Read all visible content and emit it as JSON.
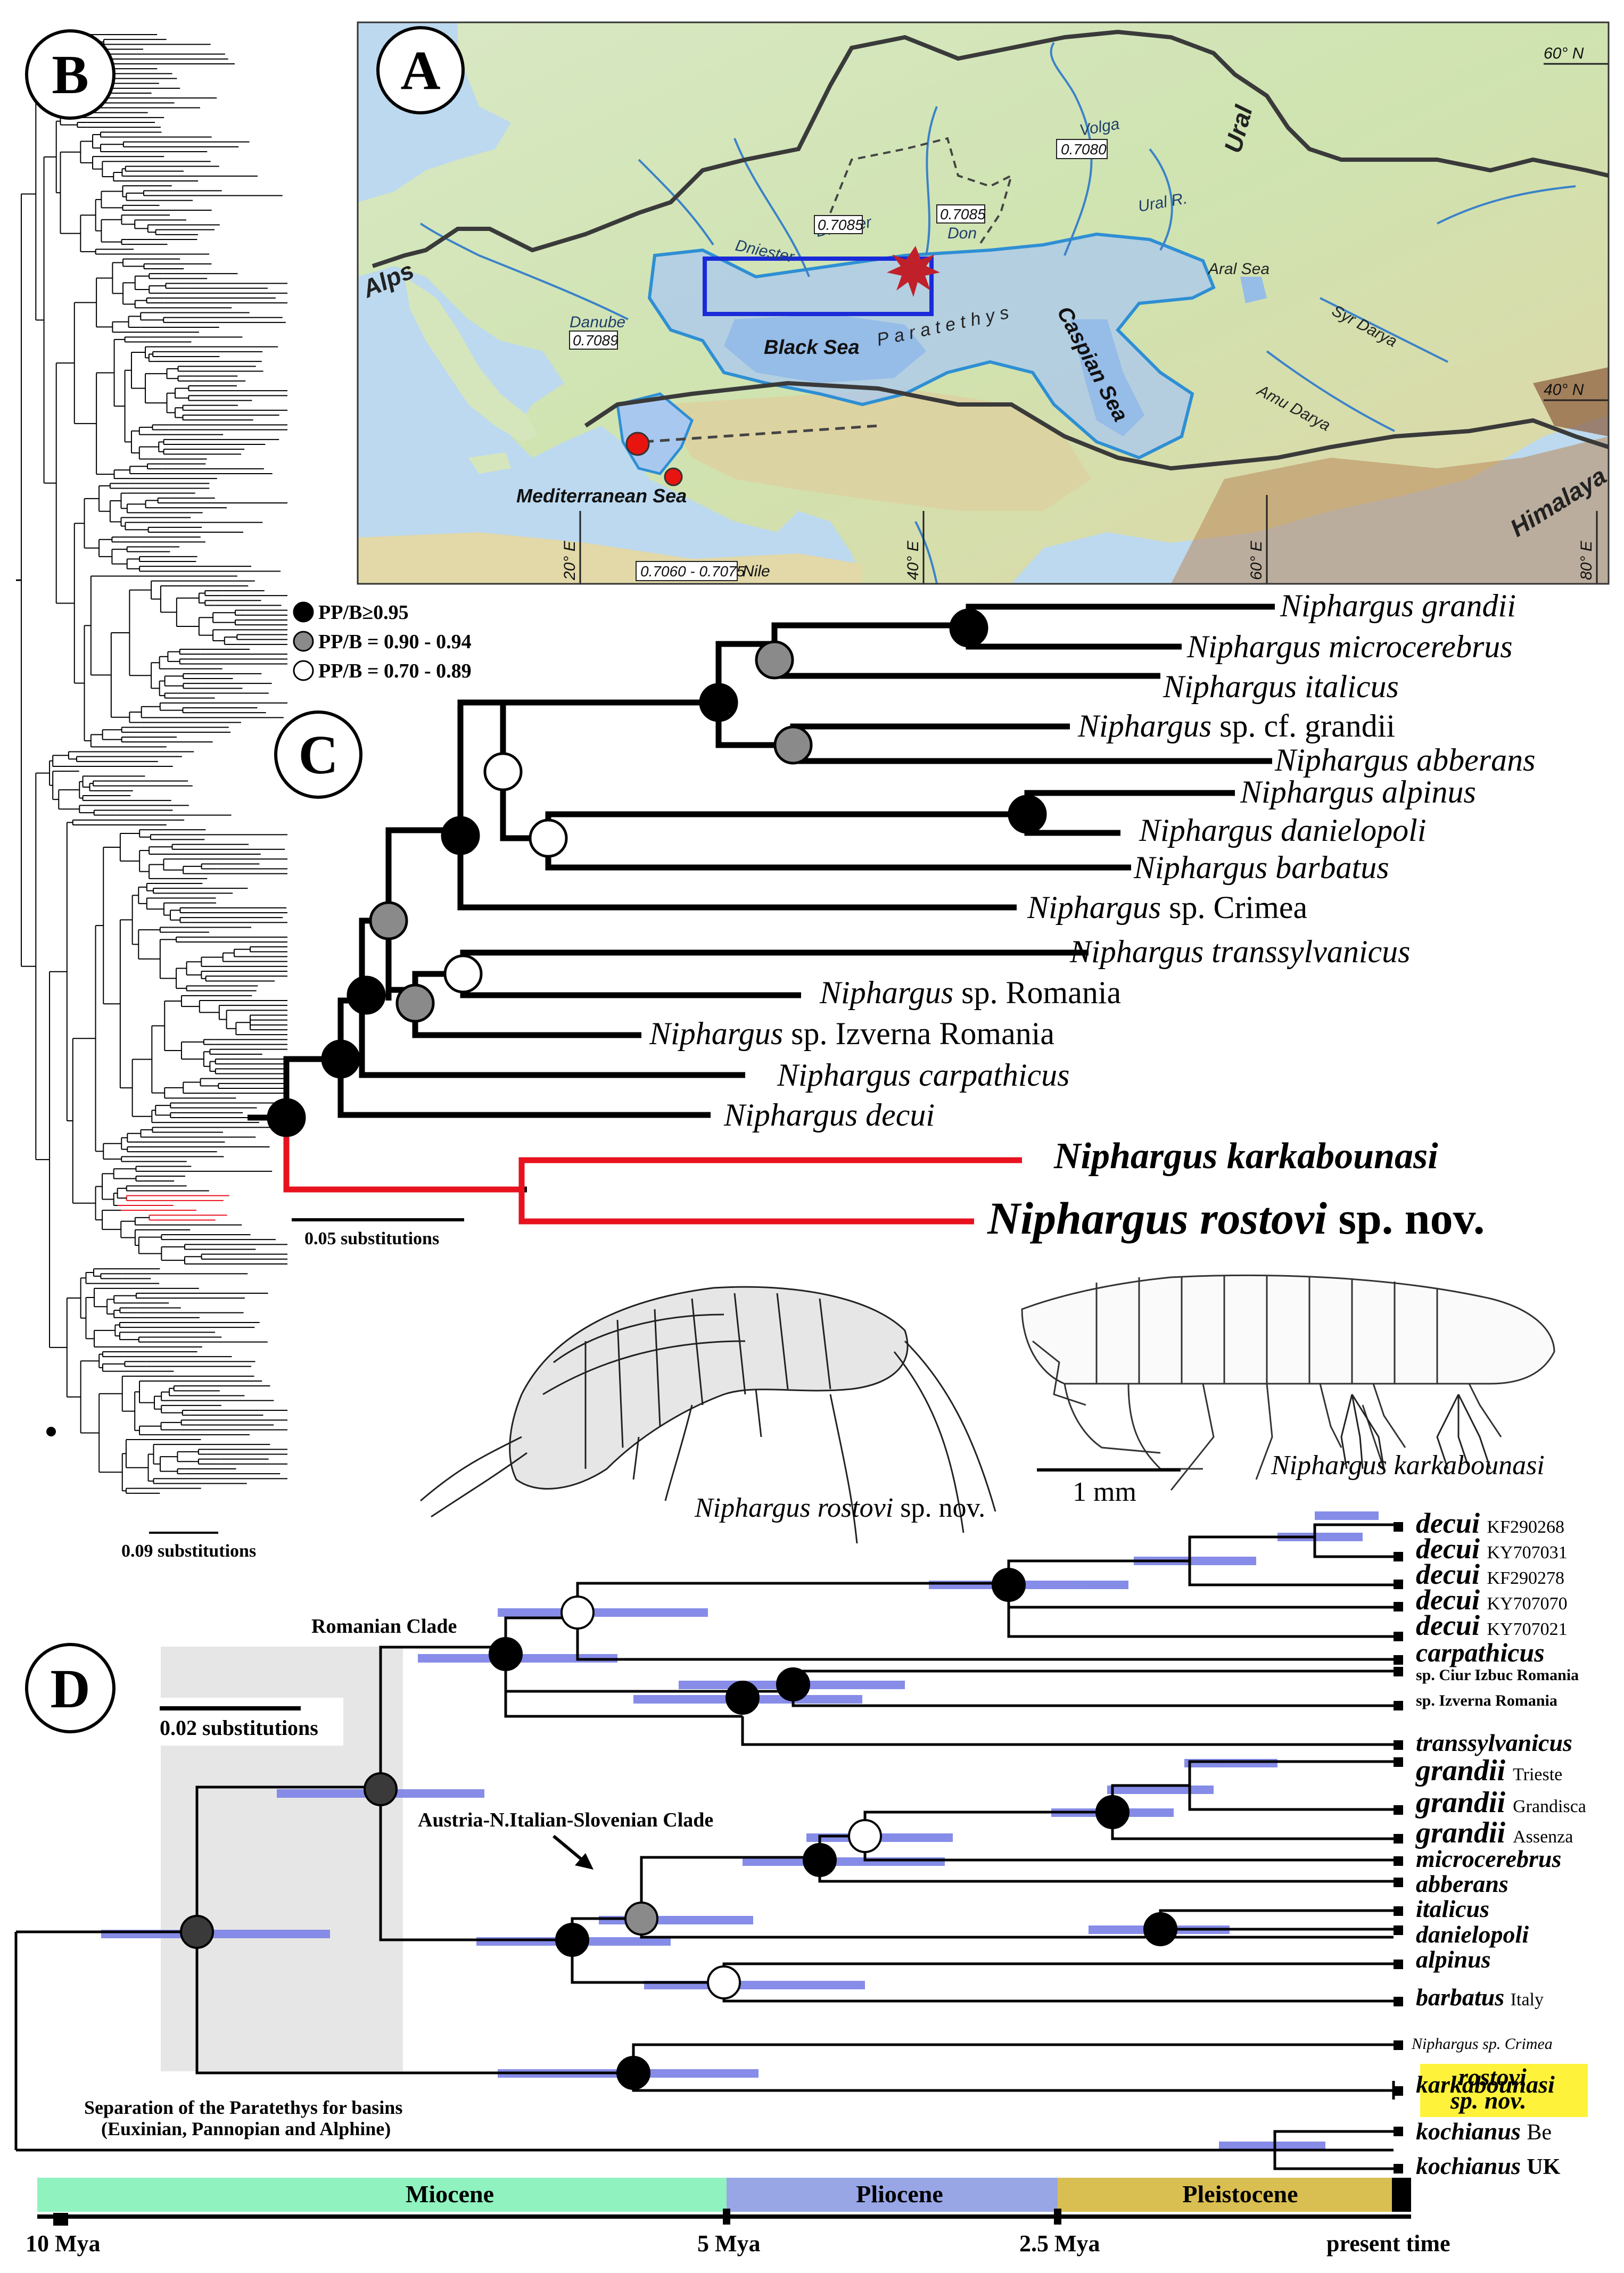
{
  "panels": {
    "a": "A",
    "b": "B",
    "c": "C",
    "d": "D"
  },
  "map": {
    "labels": {
      "ural": "Ural",
      "himalaya": "Himalaya",
      "alps": "Alps",
      "volga": "Volga",
      "volga_ratio": "0.7080",
      "dniester": "Dniester",
      "dnieper": "Dnieper",
      "dnieper_ratio": "0.7085",
      "don": "Don",
      "don_ratio": "0.7085",
      "ural_river": "Ural R.",
      "aral_sea": "Aral Sea",
      "syr_darya": "Syr Darya",
      "amu_darya": "Amu Darya",
      "danube": "Danube",
      "danube_ratio": "0.7089",
      "black_sea": "Black Sea",
      "paratethys": "Paratethys",
      "caspian_sea": "Caspian Sea",
      "mediterranean_sea": "Mediterranean Sea",
      "nile": "Nile",
      "nile_ratio": "0.7060 - 0.7075",
      "lat_60": "60° N",
      "lat_40": "40° N",
      "lon_20": "20° E",
      "lon_40": "40° E",
      "lon_60": "60° E",
      "lon_80": "80° E"
    },
    "colors": {
      "sea": "#bcd9ef",
      "land_low": "#c9e2b4",
      "paratethys_fill": "#a9c8f0",
      "paratethys_line": "#2e8fd4",
      "study_box": "#1a2ad8",
      "border_line": "#3a3a3a",
      "star": "#c0202a",
      "site_dot": "#e8140f"
    }
  },
  "legend": {
    "items": [
      {
        "label": "PP/B≥0.95",
        "fill": "#000000"
      },
      {
        "label": "PP/B = 0.90 - 0.94",
        "fill": "#8a8a8a"
      },
      {
        "label": "PP/B = 0.70 - 0.89",
        "fill": "#ffffff"
      }
    ]
  },
  "tree_b": {
    "scale": "0.09 substitutions",
    "highlight_color": "#e8121f"
  },
  "tree_c": {
    "scale": "0.05 substitutions",
    "genus": "Niphargus",
    "taxa": [
      {
        "genus": "Niphargus",
        "epithet": "grandii",
        "italic_epithet": true
      },
      {
        "genus": "Niphargus",
        "epithet": "microcerebrus",
        "italic_epithet": true
      },
      {
        "genus": "Niphargus",
        "epithet": "italicus",
        "italic_epithet": true
      },
      {
        "genus": "Niphargus",
        "epithet": "sp. cf. grandii",
        "italic_epithet": false
      },
      {
        "genus": "Niphargus",
        "epithet": "abberans",
        "italic_epithet": true
      },
      {
        "genus": "Niphargus",
        "epithet": "alpinus",
        "italic_epithet": true
      },
      {
        "genus": "Niphargus",
        "epithet": "danielopoli",
        "italic_epithet": true
      },
      {
        "genus": "Niphargus",
        "epithet": "barbatus",
        "italic_epithet": true
      },
      {
        "genus": "Niphargus",
        "epithet": "sp. Crimea",
        "italic_epithet": false
      },
      {
        "genus": "Niphargus",
        "epithet": "transsylvanicus",
        "italic_epithet": true
      },
      {
        "genus": "Niphargus",
        "epithet": "sp. Romania",
        "italic_epithet": false
      },
      {
        "genus": "Niphargus",
        "epithet": "sp. Izverna Romania",
        "italic_epithet": false
      },
      {
        "genus": "Niphargus",
        "epithet": "carpathicus",
        "italic_epithet": true
      },
      {
        "genus": "Niphargus",
        "epithet": "decui",
        "italic_epithet": true
      }
    ],
    "highlight": {
      "karkabounasi": "Niphargus karkabounasi",
      "rostovi": "Niphargus rostovi",
      "rostovi_suffix": "sp. nov."
    }
  },
  "drawings": {
    "left_caption_name": "Niphargus rostovi",
    "left_caption_suffix": "sp. nov.",
    "right_caption": "Niphargus karkabounasi",
    "scale": "1 mm"
  },
  "tree_d": {
    "scale": "0.02 substitutions",
    "clades": {
      "romanian": "Romanian Clade",
      "austria": "Austria-N.Italian-Slovenian Clade"
    },
    "separation": "Separation of the Paratethys for basins",
    "separation_sub": "(Euxinian, Pannopian and Alphine)",
    "tips": [
      {
        "name": "decui",
        "code": "KF290268"
      },
      {
        "name": "decui",
        "code": "KY707031"
      },
      {
        "name": "decui",
        "code": "KF290278"
      },
      {
        "name": "decui",
        "code": "KY707070"
      },
      {
        "name": "decui",
        "code": "KY707021"
      },
      {
        "name": "carpathicus",
        "code": ""
      },
      {
        "name": "sp. Ciur Izbuc Romania",
        "code": ""
      },
      {
        "name": "sp. Izverna Romania",
        "code": ""
      },
      {
        "name": "transsylvanicus",
        "code": ""
      },
      {
        "name": "grandii",
        "code": "Trieste"
      },
      {
        "name": "grandii",
        "code": "Grandisca"
      },
      {
        "name": "grandii",
        "code": "Assenza"
      },
      {
        "name": "microcerebrus",
        "code": ""
      },
      {
        "name": "abberans",
        "code": ""
      },
      {
        "name": "italicus",
        "code": ""
      },
      {
        "name": "danielopoli",
        "code": ""
      },
      {
        "name": "alpinus",
        "code": ""
      },
      {
        "name": "barbatus",
        "code": "Italy"
      },
      {
        "name": "Niphargus sp. Crimea",
        "code": ""
      },
      {
        "name": "karkabounasi",
        "code": ""
      },
      {
        "name": "rostovi",
        "code": ""
      },
      {
        "name": "sp. nov.",
        "code": ""
      },
      {
        "name": "kochianus",
        "code": "Be"
      },
      {
        "name": "kochianus",
        "code": "UK"
      }
    ],
    "highlight_bg": "#fff23a",
    "bar_color": "#7f86e6"
  },
  "timescale": {
    "epochs": [
      {
        "name": "Miocene",
        "color": "#8ff2bf"
      },
      {
        "name": "Pliocene",
        "color": "#98a6e6"
      },
      {
        "name": "Pleistocene",
        "color": "#d9bf52"
      }
    ],
    "ticks": [
      "10 Mya",
      "5 Mya",
      "2.5 Mya",
      "present time"
    ]
  }
}
